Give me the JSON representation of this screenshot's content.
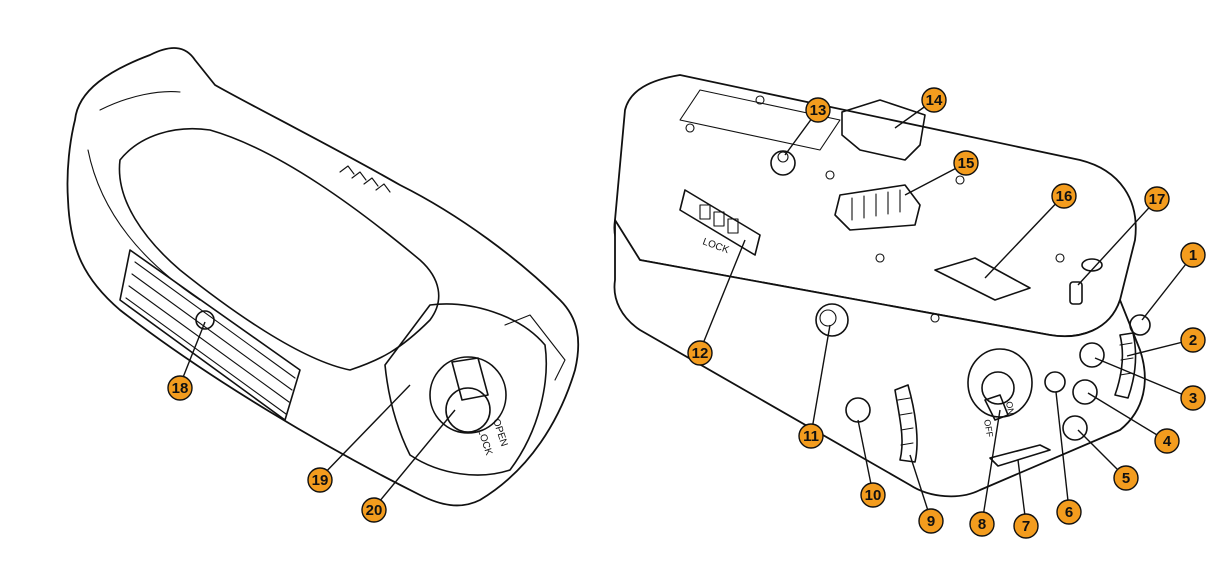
{
  "diagram": {
    "accent_color": "#F39C1E",
    "outline_color": "#111111",
    "left_view": {
      "callouts": [
        {
          "id": "18",
          "label": "18"
        },
        {
          "id": "19",
          "label": "19"
        },
        {
          "id": "20",
          "label": "20"
        }
      ],
      "printed_text": {
        "open": "OPEN",
        "lock": "LOCK"
      }
    },
    "right_view": {
      "callouts": [
        {
          "id": "1",
          "label": "1"
        },
        {
          "id": "2",
          "label": "2"
        },
        {
          "id": "3",
          "label": "3"
        },
        {
          "id": "4",
          "label": "4"
        },
        {
          "id": "5",
          "label": "5"
        },
        {
          "id": "6",
          "label": "6"
        },
        {
          "id": "7",
          "label": "7"
        },
        {
          "id": "8",
          "label": "8"
        },
        {
          "id": "9",
          "label": "9"
        },
        {
          "id": "10",
          "label": "10"
        },
        {
          "id": "11",
          "label": "11"
        },
        {
          "id": "12",
          "label": "12"
        },
        {
          "id": "13",
          "label": "13"
        },
        {
          "id": "14",
          "label": "14"
        },
        {
          "id": "15",
          "label": "15"
        },
        {
          "id": "16",
          "label": "16"
        },
        {
          "id": "17",
          "label": "17"
        }
      ],
      "printed_text": {
        "lock": "LOCK",
        "on": "ON",
        "off": "OFF"
      }
    }
  }
}
